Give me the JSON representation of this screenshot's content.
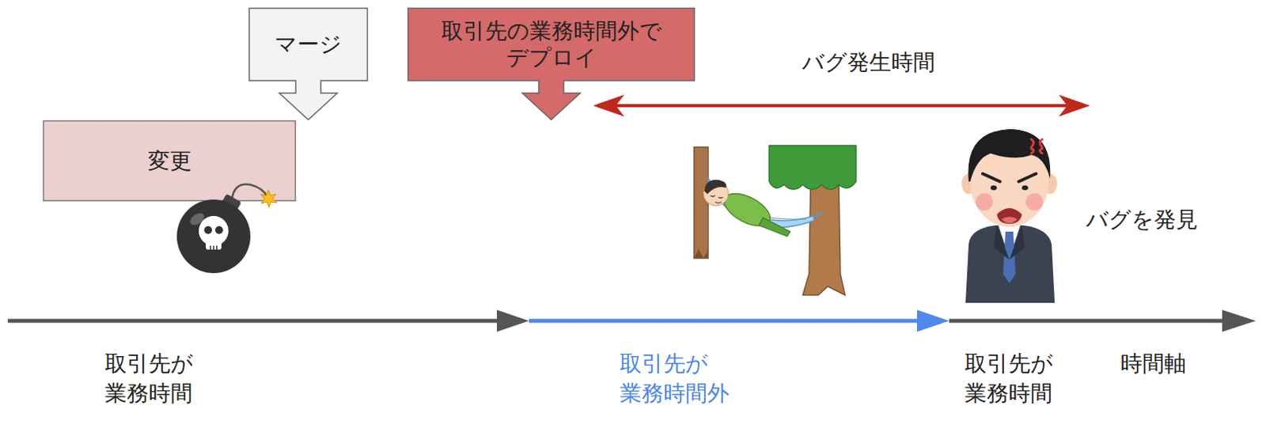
{
  "diagram": {
    "nodes": [
      {
        "text": [
          "変更"
        ]
      },
      {
        "text": [
          "マージ"
        ]
      },
      {
        "text": [
          "取引先の業務時間外で デプロイ"
        ]
      }
    ],
    "labels": [
      "バグ発生時間",
      "バグを発見",
      "取引先が 業務時間",
      "取引先が 業務時間外",
      "取引先が 業務時間",
      "時間軸"
    ]
  }
}
